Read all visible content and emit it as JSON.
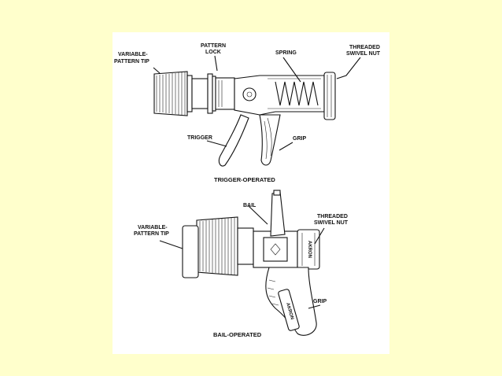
{
  "page": {
    "background": "#ffffcc",
    "panel_color": "#ffffff"
  },
  "top_diagram": {
    "caption": "TRIGGER-OPERATED",
    "labels": {
      "variable_pattern_tip_line1": "VARIABLE-",
      "variable_pattern_tip_line2": "PATTERN TIP",
      "pattern_lock_line1": "PATTERN",
      "pattern_lock_line2": "LOCK",
      "spring": "SPRING",
      "threaded_swivel_nut_line1": "THREADED",
      "threaded_swivel_nut_line2": "SWIVEL NUT",
      "trigger": "TRIGGER",
      "grip": "GRIP"
    }
  },
  "bottom_diagram": {
    "caption": "BAIL-OPERATED",
    "labels": {
      "bail": "BAIL",
      "variable_pattern_tip_line1": "VARIABLE-",
      "variable_pattern_tip_line2": "PATTERN TIP",
      "threaded_swivel_nut_line1": "THREADED",
      "threaded_swivel_nut_line2": "SWIVEL NUT",
      "grip": "GRIP"
    },
    "brand_markings": {
      "body_mark": "AKRON",
      "grip_mark": "AKRON"
    }
  }
}
